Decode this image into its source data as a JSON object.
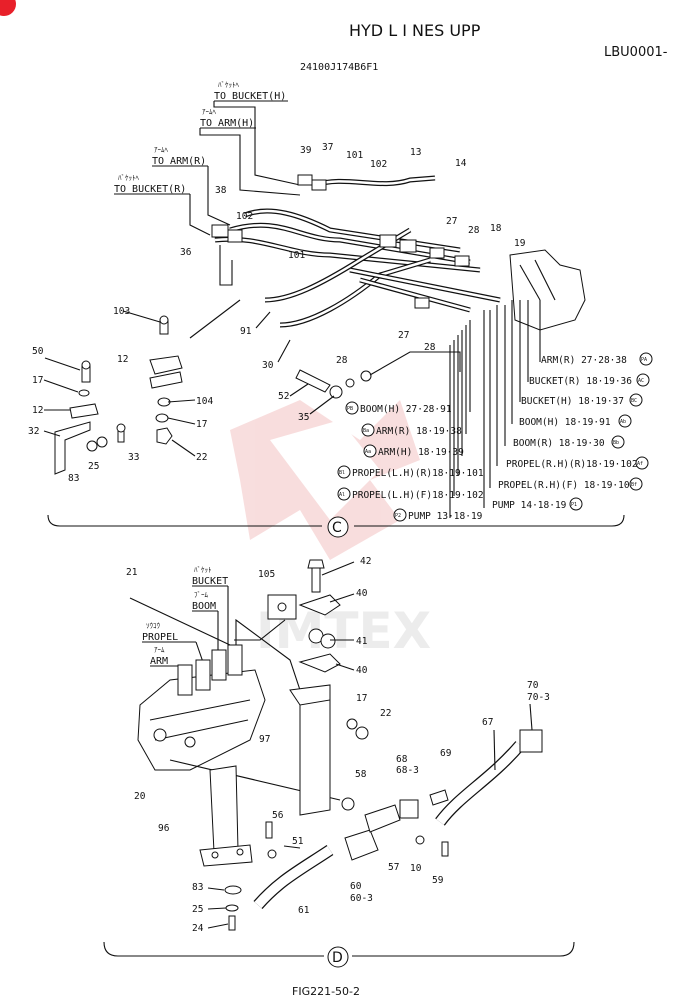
{
  "header": {
    "title": "HYD L I NES UPP",
    "code": "LBU0001-",
    "part_number": "24100J174B6F1",
    "figure_id": "FIG221-50-2"
  },
  "watermark": "IMTEX",
  "view_markers": {
    "c": "C",
    "d": "D"
  },
  "colors": {
    "line": "#111111",
    "watermark": "#f3c3c3",
    "corner": "#e8202a"
  },
  "destinations": [
    {
      "kana": "ﾊﾞｹｯﾄﾍ",
      "label": "TO BUCKET(H)"
    },
    {
      "kana": "ｱｰﾑﾍ",
      "label": "TO ARM(H)"
    },
    {
      "kana": "ｱｰﾑﾍ",
      "label": "TO ARM(R)"
    },
    {
      "kana": "ﾊﾞｹｯﾄﾍ",
      "label": "TO BUCKET(R)"
    }
  ],
  "connections": [
    {
      "badge": "PA",
      "label": "ARM(R)",
      "parts": "27·28·38"
    },
    {
      "badge": "AC",
      "label": "BUCKET(R)",
      "parts": "18·19·36"
    },
    {
      "badge": "BC",
      "label": "BUCKET(H)",
      "parts": "18·19·37"
    },
    {
      "badge": "Ab",
      "label": "BOOM(H)",
      "parts": "18·19·91"
    },
    {
      "badge": "Bb",
      "label": "BOOM(R)",
      "parts": "18·19·30"
    },
    {
      "badge": "Af",
      "label": "PROPEL(R.H)(R)",
      "parts": "18·19·102"
    },
    {
      "badge": "Bf",
      "label": "PROPEL(R.H)(F)",
      "parts": "18·19·101"
    },
    {
      "badge": "P1",
      "label": "PUMP",
      "parts": "14·18·19"
    },
    {
      "badge": "PB",
      "label": "BOOM(H)",
      "parts": "27·28·91"
    },
    {
      "badge": "Ba",
      "label": "ARM(R)",
      "parts": "18·19·38"
    },
    {
      "badge": "Aa",
      "label": "ARM(H)",
      "parts": "18·19·39"
    },
    {
      "badge": "Bl",
      "label": "PROPEL(L.H)(R)",
      "parts": "18·19·101"
    },
    {
      "badge": "Al",
      "label": "PROPEL(L.H)(F)",
      "parts": "18·19·102"
    },
    {
      "badge": "P2",
      "label": "PUMP",
      "parts": "13·18·19"
    }
  ],
  "valve_labels": [
    {
      "kana": "ﾊﾞｹｯﾄ",
      "label": "BUCKET"
    },
    {
      "kana": "ﾌﾞｰﾑ",
      "label": "BOOM"
    },
    {
      "kana": "ｿｳｺｳ",
      "label": "PROPEL"
    },
    {
      "kana": "ｱｰﾑ",
      "label": "ARM"
    }
  ],
  "callouts_c": [
    "39",
    "37",
    "101",
    "102",
    "13",
    "14",
    "38",
    "102",
    "36",
    "27",
    "28",
    "18",
    "19",
    "101",
    "91",
    "30",
    "27",
    "28",
    "103",
    "50",
    "12",
    "17",
    "12",
    "32",
    "104",
    "17",
    "22",
    "83",
    "25",
    "33",
    "28",
    "52",
    "35"
  ],
  "callouts_d": [
    "21",
    "105",
    "42",
    "40",
    "41",
    "40",
    "20",
    "97",
    "17",
    "22",
    "58",
    "70",
    "70-3",
    "67",
    "68",
    "68-3",
    "69",
    "96",
    "56",
    "51",
    "57",
    "10",
    "59",
    "60",
    "60-3",
    "61",
    "83",
    "25",
    "24"
  ]
}
